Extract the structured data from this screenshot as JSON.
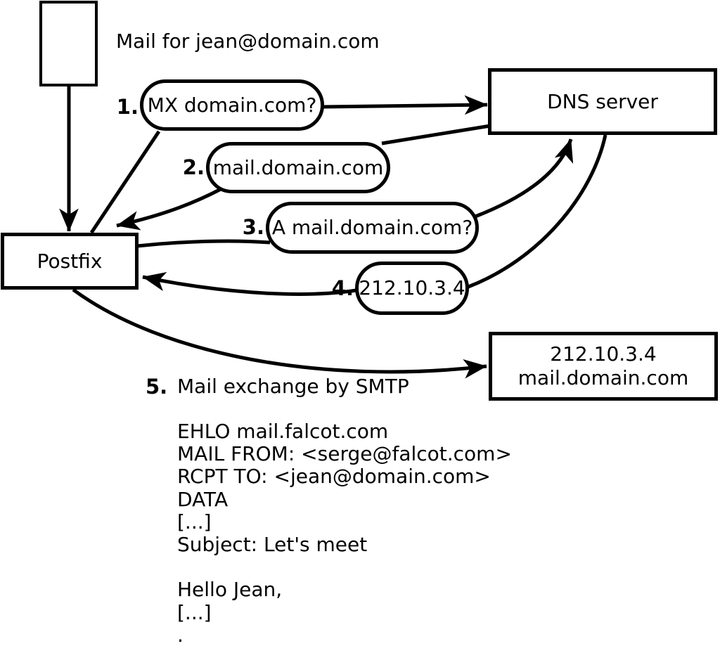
{
  "diagram": {
    "mail_note": "Mail for jean@domain.com",
    "nodes": {
      "postfix": "Postfix",
      "dns_server": "DNS server",
      "mail_server_line1": "212.10.3.4",
      "mail_server_line2": "mail.domain.com"
    },
    "steps": [
      {
        "num": "1.",
        "label": "MX domain.com?"
      },
      {
        "num": "2.",
        "label": "mail.domain.com"
      },
      {
        "num": "3.",
        "label": "A mail.domain.com?"
      },
      {
        "num": "4.",
        "label": "212.10.3.4"
      },
      {
        "num": "5.",
        "label": "Mail exchange by SMTP"
      }
    ],
    "smtp_lines": [
      "EHLO mail.falcot.com",
      "MAIL FROM: <serge@falcot.com>",
      "RCPT TO: <jean@domain.com>",
      "DATA",
      "[...]",
      "Subject: Let's meet",
      "",
      "Hello Jean,",
      "[...]",
      "."
    ],
    "colors": {
      "ink": "#000000",
      "paper": "#ffffff"
    }
  }
}
